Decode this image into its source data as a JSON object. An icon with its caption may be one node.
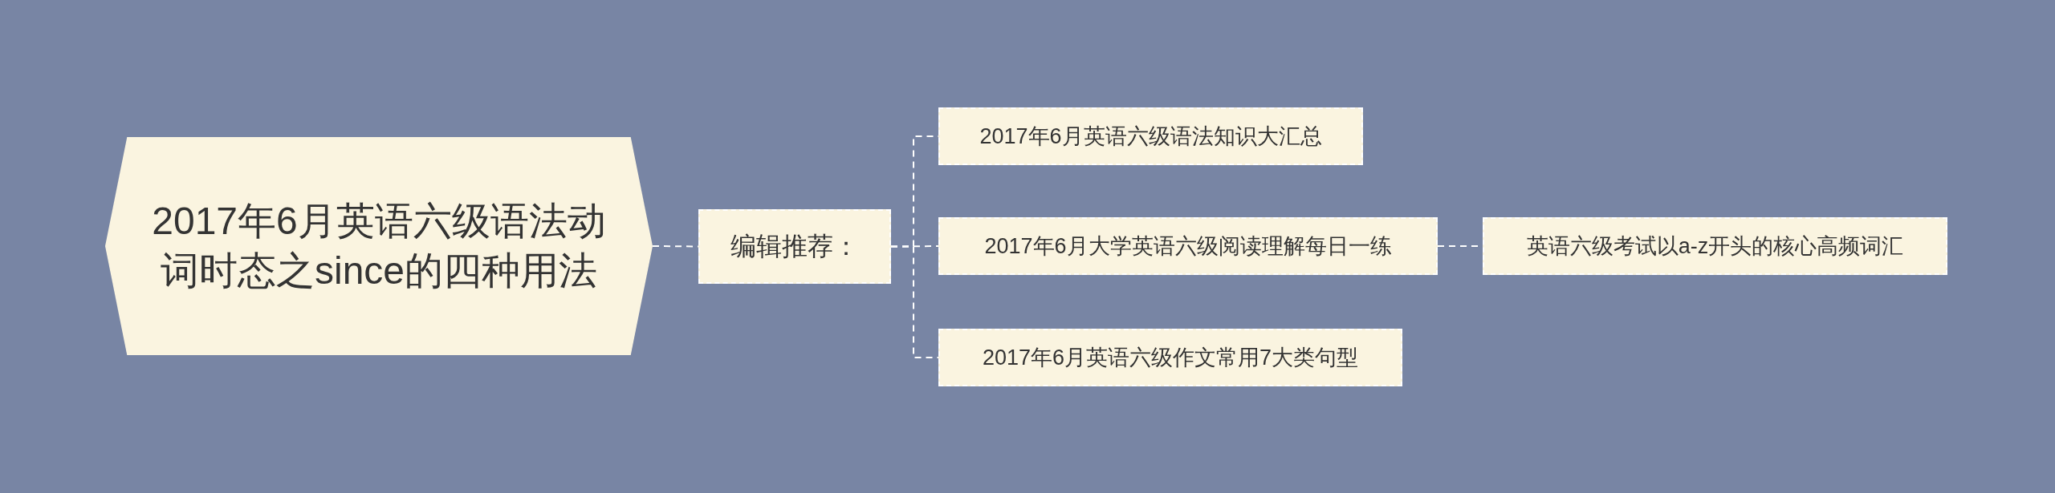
{
  "diagram": {
    "nodes": [
      {
        "text": [
          "2017年6月英语六级语法动词时态之since的四种用法"
        ]
      },
      {
        "text": [
          "编辑推荐："
        ]
      },
      {
        "text": [
          "2017年6月英语六级语法知识大汇总"
        ]
      },
      {
        "text": [
          "2017年6月大学英语六级阅读理解每日一练"
        ]
      },
      {
        "text": [
          "2017年6月英语六级作文常用7大类句型"
        ]
      },
      {
        "text": [
          "英语六级考试以a-z开头的核心高频词汇"
        ]
      }
    ],
    "edges": [
      {
        "from": 0,
        "to": 1,
        "arrow": "none"
      },
      {
        "from": 1,
        "to": 2,
        "arrow": "none"
      },
      {
        "from": 1,
        "to": 3,
        "arrow": "none"
      },
      {
        "from": 1,
        "to": 4,
        "arrow": "none"
      },
      {
        "from": 3,
        "to": 5,
        "arrow": "none"
      }
    ]
  }
}
